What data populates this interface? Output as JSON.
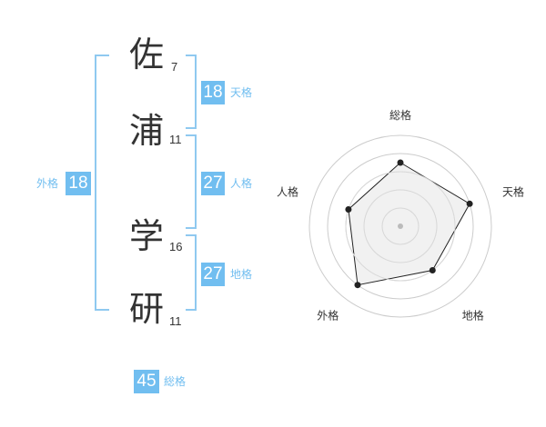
{
  "name": {
    "characters": [
      {
        "char": "佐",
        "strokes": "7"
      },
      {
        "char": "浦",
        "strokes": "11"
      },
      {
        "char": "学",
        "strokes": "16"
      },
      {
        "char": "研",
        "strokes": "11"
      }
    ]
  },
  "fortunes": {
    "tenkaku": {
      "label": "天格",
      "value": "18"
    },
    "jinkaku": {
      "label": "人格",
      "value": "27"
    },
    "chikaku": {
      "label": "地格",
      "value": "27"
    },
    "gaikaku": {
      "label": "外格",
      "value": "18"
    },
    "soukaku": {
      "label": "総格",
      "value": "45"
    }
  },
  "colors": {
    "accent": "#71bef0",
    "bracket": "#8fc9f0",
    "text": "#333333",
    "radar_fill": "#efefef",
    "radar_grid": "#cccccc"
  },
  "chart_data": {
    "type": "radar",
    "axes": [
      "総格",
      "天格",
      "地格",
      "外格",
      "人格"
    ],
    "scale_max": 5,
    "values": [
      3.5,
      4,
      3,
      4,
      3
    ]
  }
}
